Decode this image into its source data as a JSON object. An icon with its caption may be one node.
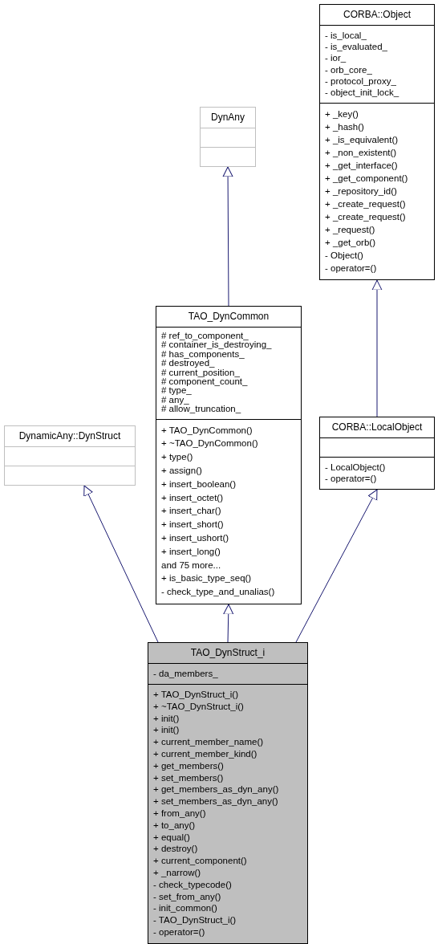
{
  "diagram": {
    "nodes": [
      {
        "text": [
          "CORBA::Object"
        ]
      },
      {
        "text": [
          "- is_local_",
          "- is_evaluated_",
          "- ior_",
          "- orb_core_",
          "- protocol_proxy_",
          "- object_init_lock_"
        ],
        "in": 0
      },
      {
        "text": [
          "+ _key()",
          "+ _hash()",
          "+ _is_equivalent()",
          "+ _non_existent()",
          "+ _get_interface()",
          "+ _get_component()",
          "+ _repository_id()",
          "+ _create_request()",
          "+ _create_request()",
          "+ _request()",
          "+ _get_orb()",
          "- Object()",
          "- operator=()"
        ],
        "in": 0
      },
      {
        "text": [
          "DynAny"
        ]
      },
      {
        "text": [],
        "shape": "box",
        "in": 3
      },
      {
        "text": [],
        "shape": "box",
        "in": 3
      },
      {
        "text": [
          "TAO_DynCommon"
        ]
      },
      {
        "text": [
          "# ref_to_component_",
          "# container_is_destroying_",
          "# has_components_",
          "# destroyed_",
          "# current_position_",
          "# component_count_",
          "# type_",
          "# any_",
          "# allow_truncation_"
        ],
        "in": 6
      },
      {
        "text": [
          "+ TAO_DynCommon()",
          "+ ~TAO_DynCommon()",
          "+ type()",
          "+ assign()",
          "+ insert_boolean()",
          "+ insert_octet()",
          "+ insert_char()",
          "+ insert_short()",
          "+ insert_ushort()",
          "+ insert_long()",
          "and 75 more...",
          "+ is_basic_type_seq()",
          "- check_type_and_unalias()"
        ],
        "in": 6
      },
      {
        "text": [
          "DynamicAny::DynStruct"
        ]
      },
      {
        "text": [],
        "shape": "box",
        "in": 9
      },
      {
        "text": [],
        "shape": "box",
        "in": 9
      },
      {
        "text": [
          "CORBA::LocalObject"
        ]
      },
      {
        "text": [],
        "shape": "box",
        "in": 12
      },
      {
        "text": [
          "- LocalObject()",
          "- operator=()"
        ],
        "in": 12
      },
      {
        "text": [
          "TAO_DynStruct_i"
        ]
      },
      {
        "text": [
          "- da_members_"
        ],
        "in": 15
      },
      {
        "text": [
          "+ TAO_DynStruct_i()",
          "+ ~TAO_DynStruct_i()",
          "+ init()",
          "+ init()",
          "+ current_member_name()",
          "+ current_member_kind()",
          "+ get_members()",
          "+ set_members()",
          "+ get_members_as_dyn_any()",
          "+ set_members_as_dyn_any()",
          "+ from_any()",
          "+ to_any()",
          "+ equal()",
          "+ destroy()",
          "+ current_component()",
          "+ _narrow()",
          "- check_typecode()",
          "- set_from_any()",
          "- init_common()",
          "- TAO_DynStruct_i()",
          "- operator=()"
        ],
        "in": 15
      }
    ],
    "edges": [
      {
        "from": 6,
        "to": 3,
        "arrow": "to"
      },
      {
        "from": 12,
        "to": 0,
        "arrow": "to"
      },
      {
        "from": 15,
        "to": 9,
        "arrow": "to"
      },
      {
        "from": 15,
        "to": 6,
        "arrow": "to"
      },
      {
        "from": 15,
        "to": 12,
        "arrow": "to"
      }
    ]
  }
}
